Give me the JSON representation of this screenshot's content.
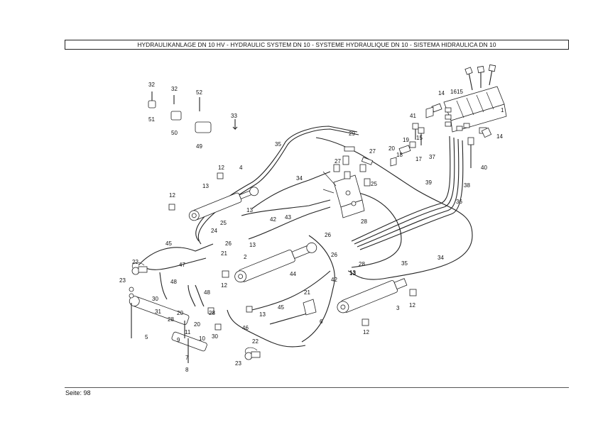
{
  "header": {
    "title": "HYDRAULIKANLAGE DN 10 HV - HYDRAULIC SYSTEM DN 10 - SYSTEME HYDRAULIQUE DN 10 - SISTEMA HIDRAULICA DN 10"
  },
  "footer": {
    "page_label": "Seite: 98"
  },
  "drawing": {
    "part_labels": [
      {
        "text": "32"
      },
      {
        "text": "32"
      },
      {
        "text": "52"
      },
      {
        "text": "51"
      },
      {
        "text": "50"
      },
      {
        "text": "49"
      },
      {
        "text": "33"
      },
      {
        "text": "35"
      },
      {
        "text": "12"
      },
      {
        "text": "4"
      },
      {
        "text": "13"
      },
      {
        "text": "12"
      },
      {
        "text": "34"
      },
      {
        "text": "13"
      },
      {
        "text": "42"
      },
      {
        "text": "43"
      },
      {
        "text": "29"
      },
      {
        "text": "27"
      },
      {
        "text": "27"
      },
      {
        "text": "25"
      },
      {
        "text": "20"
      },
      {
        "text": "19"
      },
      {
        "text": "18"
      },
      {
        "text": "17"
      },
      {
        "text": "14"
      },
      {
        "text": "16"
      },
      {
        "text": "15"
      },
      {
        "text": "41"
      },
      {
        "text": "15"
      },
      {
        "text": "1"
      },
      {
        "text": "14"
      },
      {
        "text": "37"
      },
      {
        "text": "40"
      },
      {
        "text": "38"
      },
      {
        "text": "39"
      },
      {
        "text": "36"
      },
      {
        "text": "28"
      },
      {
        "text": "26"
      },
      {
        "text": "26"
      },
      {
        "text": "28"
      },
      {
        "text": "45"
      },
      {
        "text": "24"
      },
      {
        "text": "25"
      },
      {
        "text": "26"
      },
      {
        "text": "21"
      },
      {
        "text": "13"
      },
      {
        "text": "2"
      },
      {
        "text": "22"
      },
      {
        "text": "23"
      },
      {
        "text": "47"
      },
      {
        "text": "12"
      },
      {
        "text": "44"
      },
      {
        "text": "35"
      },
      {
        "text": "34"
      },
      {
        "text": "13"
      },
      {
        "text": "48"
      },
      {
        "text": "48"
      },
      {
        "text": "30"
      },
      {
        "text": "31"
      },
      {
        "text": "28"
      },
      {
        "text": "20"
      },
      {
        "text": "20"
      },
      {
        "text": "28"
      },
      {
        "text": "5"
      },
      {
        "text": "11"
      },
      {
        "text": "10"
      },
      {
        "text": "9"
      },
      {
        "text": "30"
      },
      {
        "text": "46"
      },
      {
        "text": "45"
      },
      {
        "text": "21"
      },
      {
        "text": "13"
      },
      {
        "text": "6"
      },
      {
        "text": "42"
      },
      {
        "text": "13"
      },
      {
        "text": "3"
      },
      {
        "text": "12"
      },
      {
        "text": "12"
      },
      {
        "text": "22"
      },
      {
        "text": "23"
      },
      {
        "text": "7"
      },
      {
        "text": "8"
      }
    ]
  }
}
